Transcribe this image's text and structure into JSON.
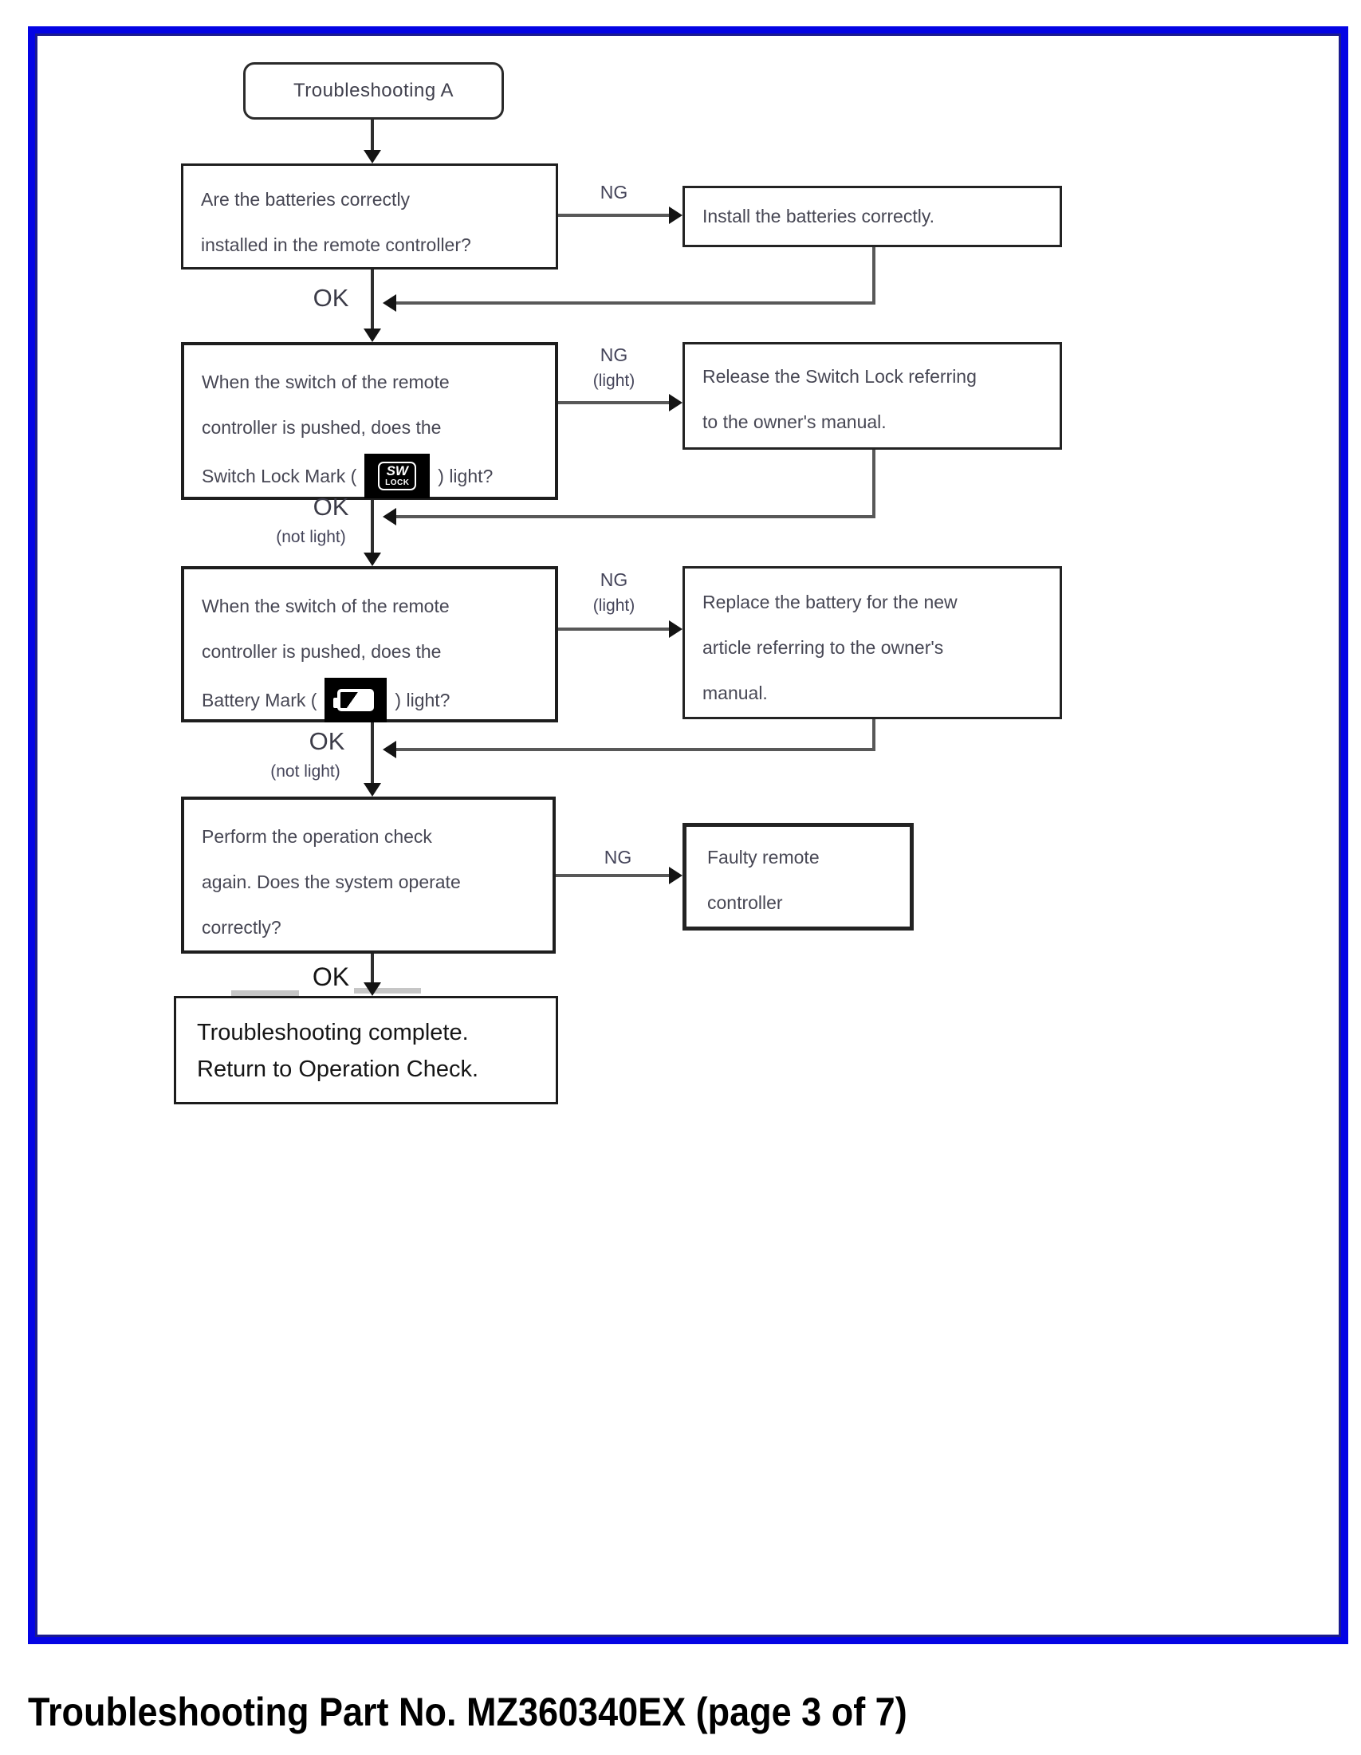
{
  "flowchart": {
    "start": {
      "label": "Troubleshooting A"
    },
    "q1": {
      "line1": "Are the batteries correctly",
      "line2": "installed in the remote controller?"
    },
    "a1": {
      "line1": "Install the batteries correctly."
    },
    "q2": {
      "line1": "When the switch of the remote",
      "line2": "controller is pushed, does the",
      "line3_prefix": "Switch Lock Mark (",
      "line3_suffix": ") light?"
    },
    "a2": {
      "line1": "Release the Switch Lock referring",
      "line2": "to the owner's manual."
    },
    "q3": {
      "line1": "When the switch of the remote",
      "line2": "controller is pushed, does the",
      "line3_prefix": "Battery Mark (",
      "line3_suffix": ") light?"
    },
    "a3": {
      "line1": "Replace the battery for the new",
      "line2": "article referring to the owner's",
      "line3": "manual."
    },
    "q4": {
      "line1": "Perform the operation check",
      "line2": "again. Does the system operate",
      "line3": "correctly?"
    },
    "a4": {
      "line1": "Faulty remote",
      "line2": "controller"
    },
    "end": {
      "line1": "Troubleshooting complete.",
      "line2": "Return to Operation Check."
    },
    "labels": {
      "ng1": "NG",
      "ok1": "OK",
      "ng2": "NG",
      "ng2_sub": "(light)",
      "ok2": "OK",
      "ok2_sub": "(not light)",
      "ng3": "NG",
      "ng3_sub": "(light)",
      "ok3": "OK",
      "ok3_sub": "(not light)",
      "ng4": "NG",
      "ok4": "OK"
    },
    "sw_lock_icon": {
      "top": "SW",
      "bottom": "LOCK"
    },
    "colors": {
      "frame_border": "#0404e4"
    }
  },
  "footer": {
    "caption": "Troubleshooting Part No. MZ360340EX (page 3 of 7)"
  }
}
